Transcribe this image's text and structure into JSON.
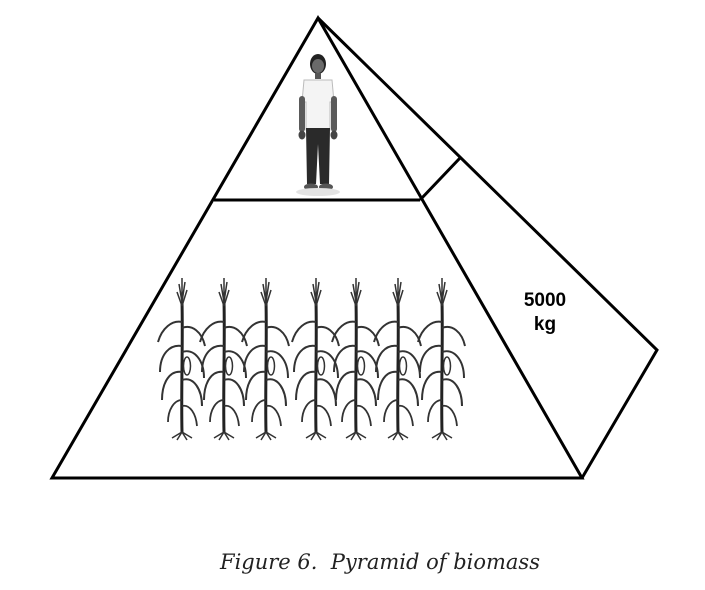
{
  "diagram": {
    "side_label_line1": "5000",
    "side_label_line2": "kg"
  },
  "caption": {
    "label": "Figure 6.",
    "title": "Pyramid of biomass"
  },
  "icons": {
    "person": "human-figure-icon",
    "plant": "corn-stalk-icon"
  },
  "plants": {
    "count": 7
  }
}
